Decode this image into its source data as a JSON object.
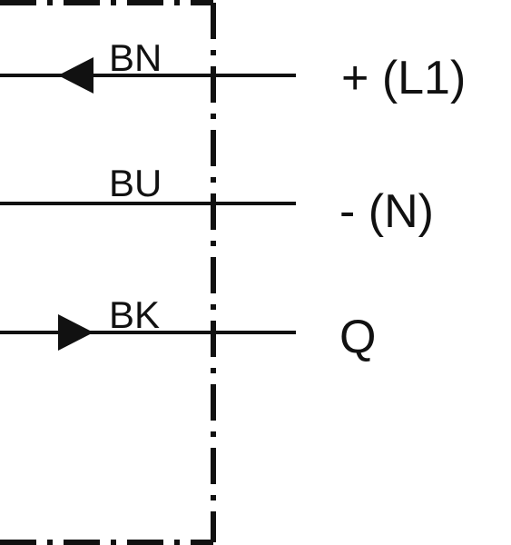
{
  "style": {
    "line_color": "#111111",
    "background": "#ffffff"
  },
  "housing": {
    "border_style": "dash-dot"
  },
  "wires": [
    {
      "code": "BN",
      "terminal": "+ (L1)",
      "arrow": "left"
    },
    {
      "code": "BU",
      "terminal": "- (N)",
      "arrow": "none"
    },
    {
      "code": "BK",
      "terminal": "Q",
      "arrow": "right"
    }
  ]
}
